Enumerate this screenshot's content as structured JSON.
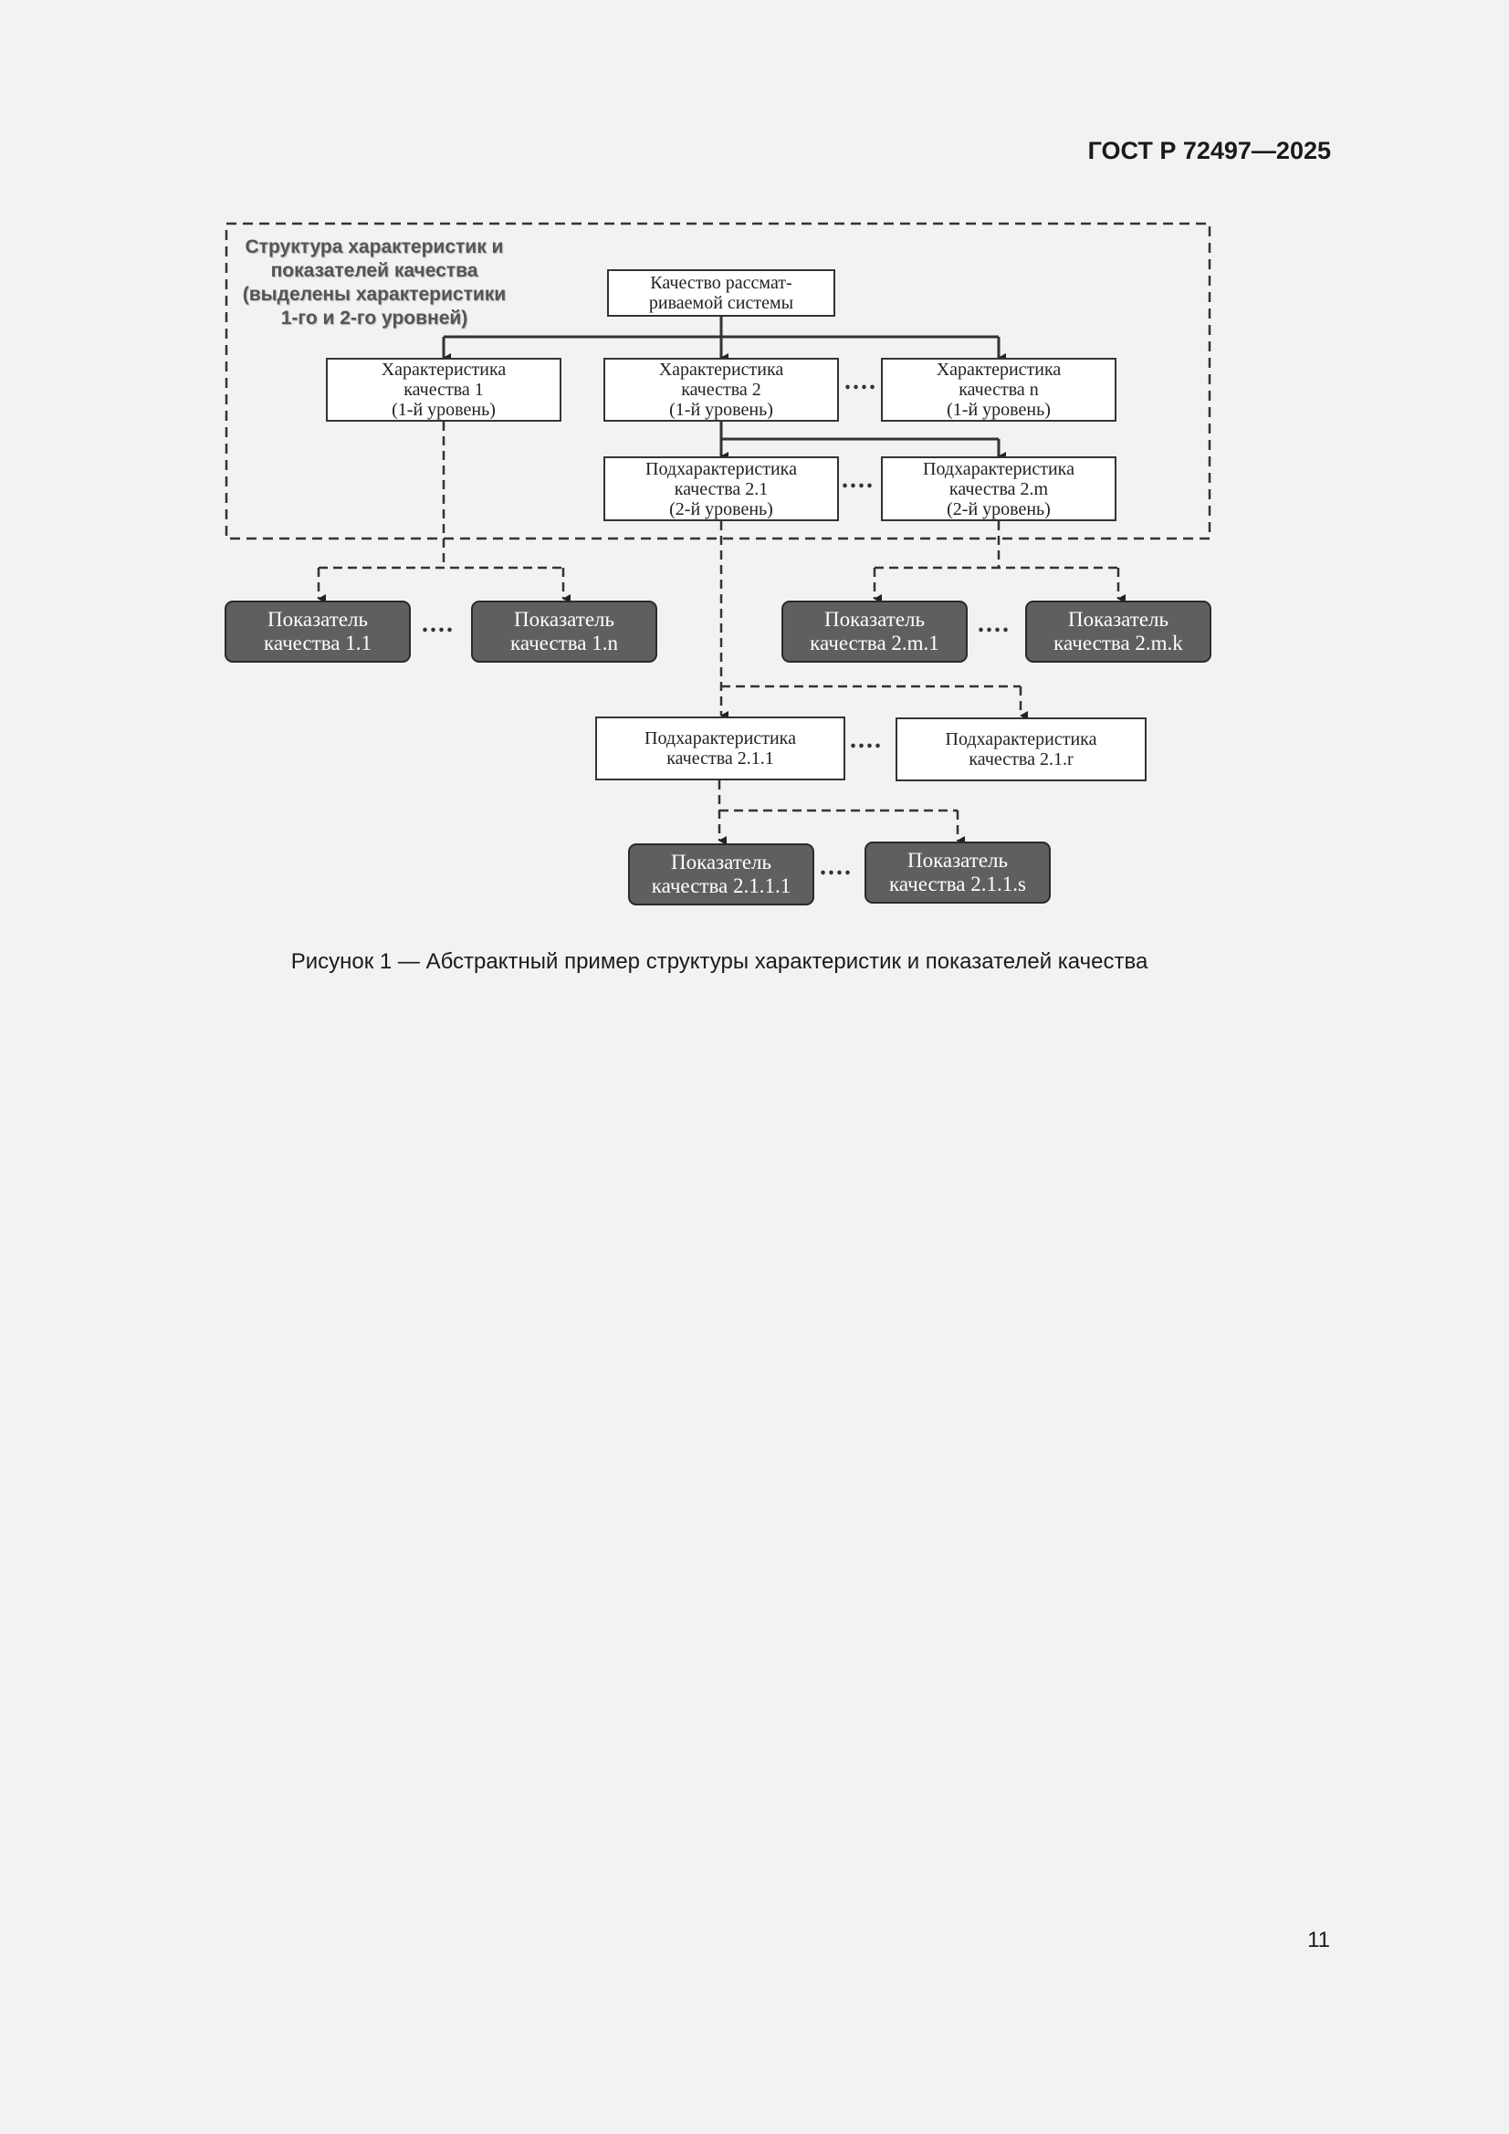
{
  "header": {
    "doc_code": "ГОСТ Р 72497—2025"
  },
  "figure": {
    "frame_label": [
      "Структура характеристик и",
      "показателей качества",
      "(выделены характеристики",
      "1-го и 2-го уровней)"
    ],
    "root": [
      "Качество рассмат-",
      "риваемой системы"
    ],
    "char1": [
      "Характеристика",
      "качества 1",
      "(1-й уровень)"
    ],
    "char2": [
      "Характеристика",
      "качества 2",
      "(1-й уровень)"
    ],
    "charn": [
      "Характеристика",
      "качества n",
      "(1-й уровень)"
    ],
    "sub21": [
      "Подхарактеристика",
      "качества 2.1",
      "(2-й уровень)"
    ],
    "sub2m": [
      "Подхарактеристика",
      "качества 2.m",
      "(2-й уровень)"
    ],
    "ind11": [
      "Показатель",
      "качества 1.1"
    ],
    "ind1n": [
      "Показатель",
      "качества 1.n"
    ],
    "ind2m1": [
      "Показатель",
      "качества 2.m.1"
    ],
    "ind2mk": [
      "Показатель",
      "качества 2.m.k"
    ],
    "sub211": [
      "Подхарактеристика",
      "качества 2.1.1"
    ],
    "sub21r": [
      "Подхарактеристика",
      "качества 2.1.r"
    ],
    "ind2111": [
      "Показатель",
      "качества 2.1.1.1"
    ],
    "ind211s": [
      "Показатель",
      "качества 2.1.1.s"
    ],
    "ellipsis": "...."
  },
  "caption": "Рисунок 1 — Абстрактный пример структуры характеристик и показателей качества",
  "page_number": "11"
}
